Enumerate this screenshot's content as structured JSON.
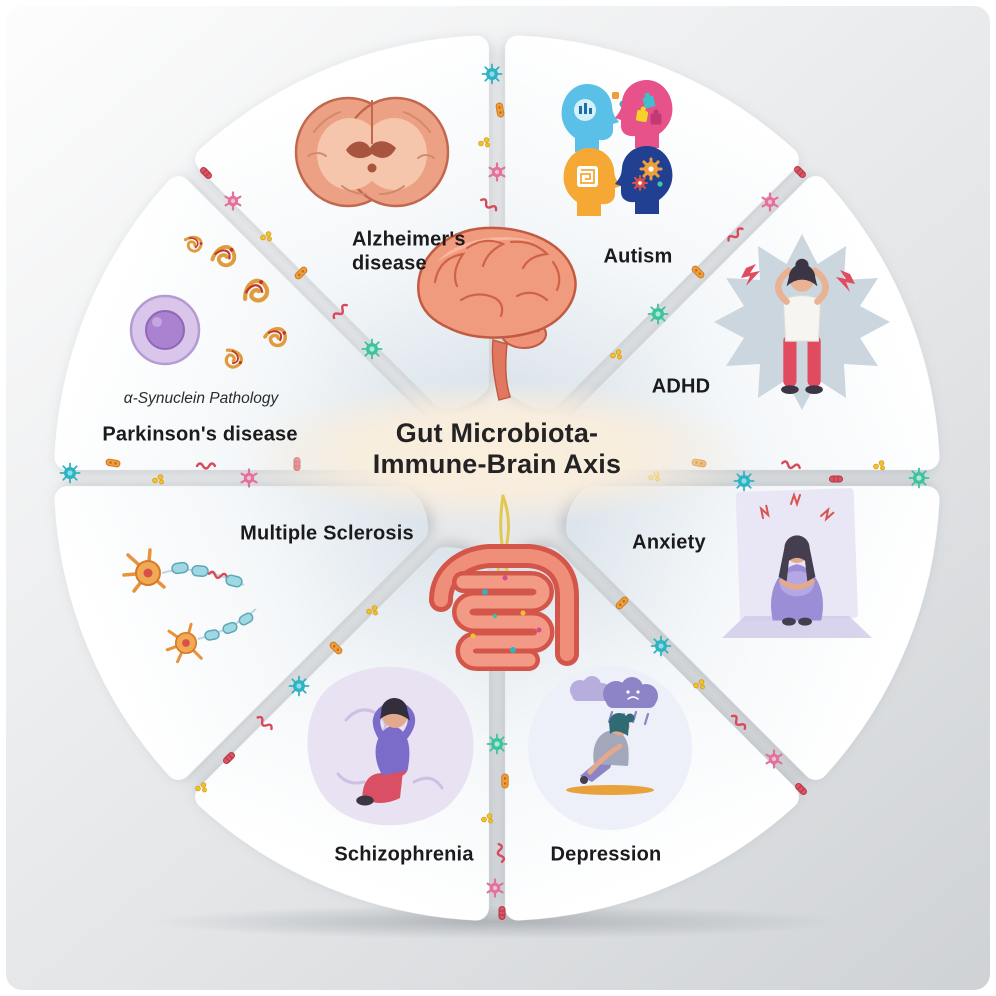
{
  "figure": {
    "title_line1": "Gut Microbiota-",
    "title_line2": "Immune-Brain Axis",
    "center_icons": {
      "top": "brain-icon",
      "bottom": "gut-intestines-icon"
    }
  },
  "segments": {
    "alzheimers": {
      "label": "Alzheimer's\ndisease",
      "icon": "brain-coronal-section-icon"
    },
    "autism": {
      "label": "Autism",
      "icon": "four-heads-puzzle-maze-gears-icon"
    },
    "adhd": {
      "label": "ADHD",
      "icon": "stressed-person-burst-icon"
    },
    "anxiety": {
      "label": "Anxiety",
      "icon": "anxious-person-sitting-icon"
    },
    "depression": {
      "label": "Depression",
      "icon": "sad-person-rain-cloud-icon"
    },
    "schizophrenia": {
      "label": "Schizophrenia",
      "icon": "kneeling-person-holding-head-icon"
    },
    "multiple_sclerosis": {
      "label": "Multiple Sclerosis",
      "icon": "damaged-neurons-myelin-icon"
    },
    "parkinsons": {
      "label": "Parkinson's disease",
      "sublabel": "α-Synuclein Pathology",
      "icon": "cell-synuclein-aggregates-icon"
    }
  },
  "decorations": {
    "microbes": [
      "virus-icon",
      "rod-bacterium-icon",
      "yellow-cocci-icon",
      "squiggle-bacterium-icon",
      "pink-spiky-microbe-icon",
      "teal-starburst-icon"
    ]
  },
  "colors": {
    "background": "#e4e6e8",
    "wedge_outer": "#ffffff",
    "wedge_inner": "#dde5ec",
    "title_glow": "#faeedd",
    "label_text": "#1b1b1d",
    "brain": "#f19b7e",
    "gut": "#e8705c",
    "accent_teal": "#2fb3c2",
    "accent_orange": "#f09e3c",
    "accent_red": "#dd5364",
    "accent_yellow": "#f1c12f",
    "accent_pink": "#e2719c",
    "accent_purple": "#8f7fd4"
  }
}
